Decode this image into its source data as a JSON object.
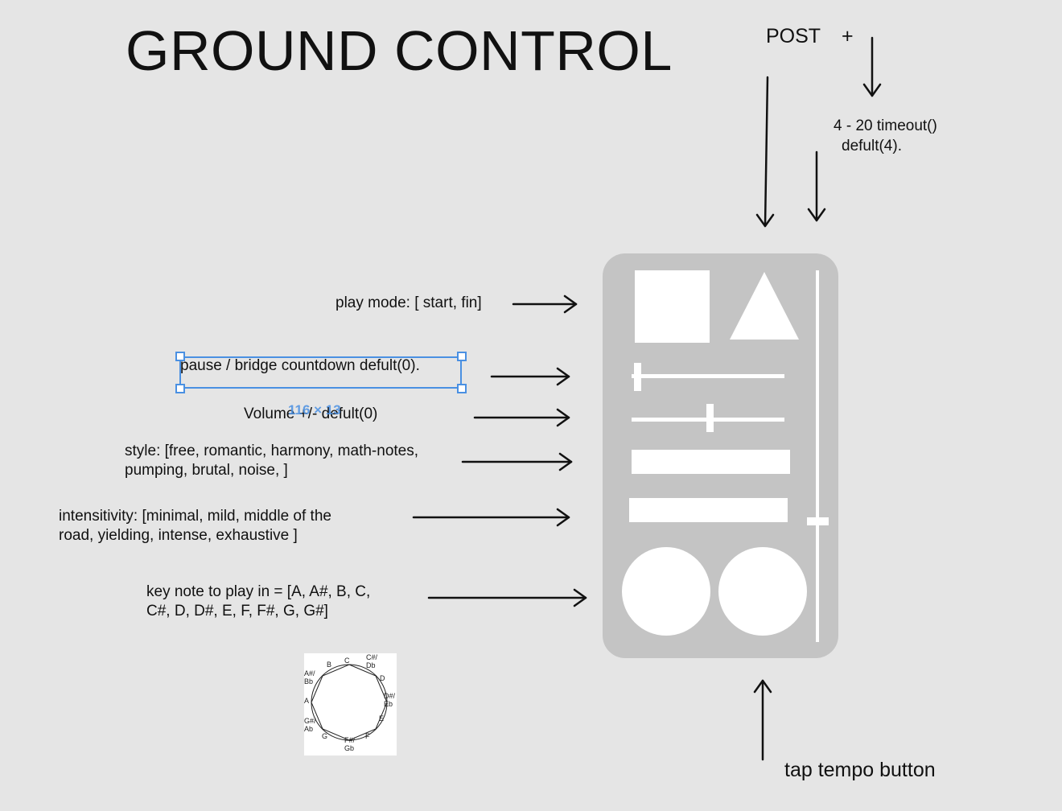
{
  "title": "GROUND CONTROL",
  "top": {
    "post_label": "POST",
    "plus_label": "+",
    "timeout_line1": "4 - 20 timeout()",
    "timeout_line2": "defult(4)."
  },
  "labels": {
    "play_mode": "play mode: [ start,  fin]",
    "pause": "pause / bridge countdown defult(0).",
    "volume": "Volume +/- defult(0)",
    "style_line1": "style: [free, romantic, harmony, math-notes,",
    "style_line2": "pumping, brutal, noise, ]",
    "intensity_line1": "intensitivity: [minimal, mild, middle of the",
    "intensity_line2": "road, yielding, intense, exhaustive ]",
    "key_line1": "key note to play in = [A, A#, B, C,",
    "key_line2": "C#, D, D#, E, F, F#, G, G#]",
    "tap_tempo": "tap tempo button"
  },
  "selection": {
    "dimensions": "116 × 13"
  },
  "note_wheel": {
    "notes": [
      "C",
      "C#/\nDb",
      "D",
      "D#/\nEb",
      "E",
      "F",
      "F#/\nGb",
      "G",
      "G#/\nAb",
      "A",
      "A#/\nBb",
      "B"
    ]
  }
}
